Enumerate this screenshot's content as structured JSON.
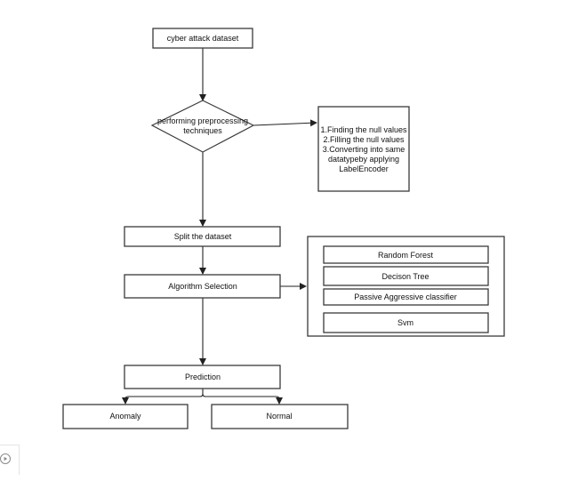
{
  "nodes": {
    "dataset": "cyber attack dataset",
    "preprocess": [
      "performing preprocessing",
      "techniques"
    ],
    "preprocess_steps": [
      "1.Finding the null values",
      "2.Filling the null values",
      "3.Converting into same",
      "datatypeby applying",
      "LabelEncoder"
    ],
    "split": "Split the dataset",
    "algorithm": "Algorithm Selection",
    "algorithms": [
      "Random Forest",
      "Decison Tree",
      "Passive Aggressive classifier",
      "Svm"
    ],
    "prediction": "Prediction",
    "anomaly": "Anomaly",
    "normal": "Normal"
  },
  "icons": {
    "corner_control": "play-circle-icon"
  }
}
